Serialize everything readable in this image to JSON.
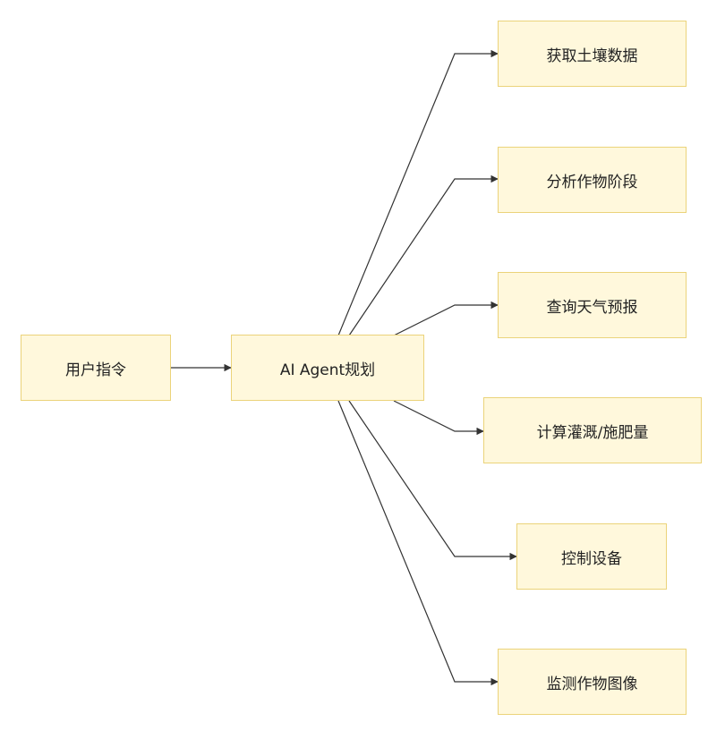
{
  "nodes": {
    "user": "用户指令",
    "agent": "AI Agent规划",
    "soil": "获取土壤数据",
    "crop": "分析作物阶段",
    "weather": "查询天气预报",
    "calc": "计算灌溉/施肥量",
    "device": "控制设备",
    "monitor": "监测作物图像"
  },
  "edges": [
    {
      "from": "user",
      "to": "agent"
    },
    {
      "from": "agent",
      "to": "soil"
    },
    {
      "from": "agent",
      "to": "crop"
    },
    {
      "from": "agent",
      "to": "weather"
    },
    {
      "from": "agent",
      "to": "calc"
    },
    {
      "from": "agent",
      "to": "device"
    },
    {
      "from": "agent",
      "to": "monitor"
    }
  ],
  "colors": {
    "node_fill": "#fff8dc",
    "node_border": "#ebd37a",
    "edge": "#333333"
  }
}
